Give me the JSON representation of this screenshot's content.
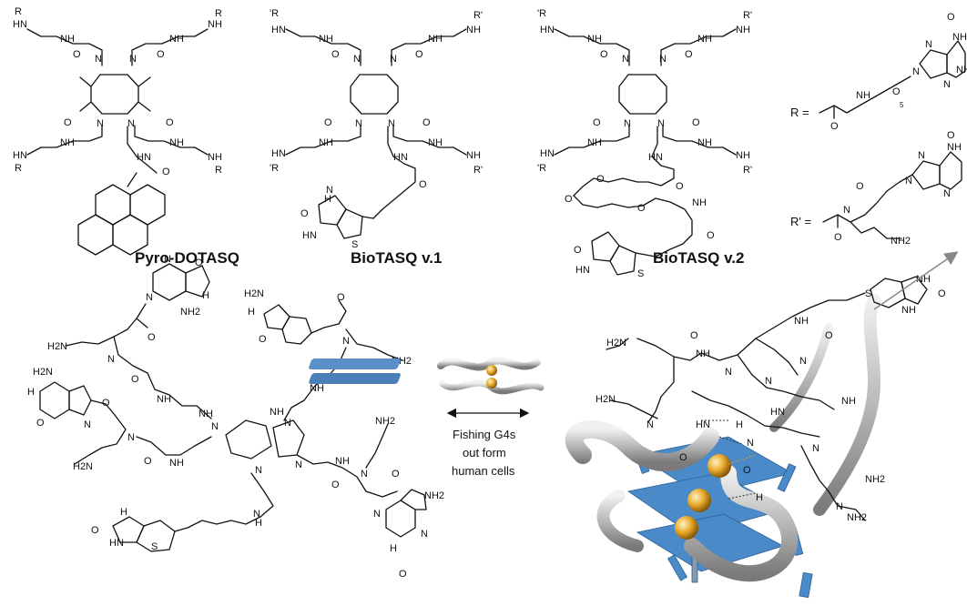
{
  "compounds": [
    {
      "name": "Pyro-DOTASQ"
    },
    {
      "name": "BioTASQ v.1"
    },
    {
      "name": "BioTASQ v.2"
    }
  ],
  "substituents": [
    {
      "label": "R =",
      "subscript": "5"
    },
    {
      "label": "R' ="
    }
  ],
  "atoms": {
    "N": "N",
    "NH": "NH",
    "HN": "HN",
    "O": "O",
    "S": "S",
    "H": "H",
    "NH2": "NH2",
    "H2N": "H2N",
    "R": "R",
    "Rp": "R'",
    "pR": "'R"
  },
  "caption": {
    "line1": "Fishing G4s",
    "line2": "out form",
    "line3": "human cells"
  },
  "colors": {
    "ribbon": "#b8b8b8",
    "quartet": "#4a8ac8",
    "ion": "#e7a82a",
    "bond": "#111111"
  },
  "icons": {
    "arrow": "double-headed-arrow",
    "ion": "gold-sphere"
  }
}
